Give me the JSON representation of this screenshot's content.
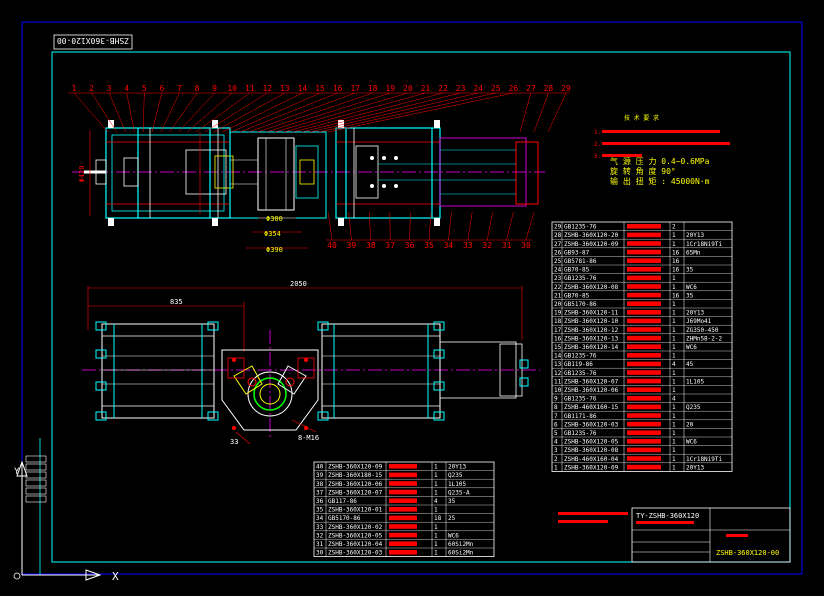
{
  "drawing": {
    "title_stamp": "ZSHB-360X120-00",
    "title_block_name": "TY-ZSHB-360X120",
    "title_block_drawing_no": "ZSHB-360X120-00"
  },
  "balloons": [
    "1",
    "2",
    "3",
    "4",
    "5",
    "6",
    "7",
    "8",
    "9",
    "10",
    "11",
    "12",
    "13",
    "14",
    "15",
    "16",
    "17",
    "18",
    "19",
    "20",
    "21",
    "22",
    "23",
    "24",
    "25",
    "26",
    "27",
    "28",
    "29"
  ],
  "lower_balloons": [
    "40",
    "39",
    "38",
    "37",
    "36",
    "35",
    "34",
    "33",
    "32",
    "31",
    "30"
  ],
  "dimensions": {
    "height_left": "Φ420",
    "bore_inner": "Φ300",
    "bore_mid": "Φ354",
    "bore_outer": "Φ390",
    "overall_length": "2050",
    "half_length": "835",
    "thread": "8-M16",
    "small_dim": "33"
  },
  "specs": {
    "pressure": "气 源 压 力 0.4~0.6MPa",
    "angle": "旋 转 角 度  90°",
    "torque": "输 出 扭 矩 : 45000N·m"
  },
  "bom_upper": [
    [
      "29",
      "GB1235-76",
      "",
      "2",
      ""
    ],
    [
      "28",
      "ZSHB-360X120-20",
      "",
      "1",
      "20Y13"
    ],
    [
      "27",
      "ZSHB-360X120-09",
      "",
      "1",
      "1Cr18Ni9Ti"
    ],
    [
      "26",
      "GB93-87",
      "",
      "16",
      "65Mn"
    ],
    [
      "25",
      "GB5781-86",
      "",
      "16",
      ""
    ],
    [
      "24",
      "GB70-85",
      "",
      "16",
      "35"
    ],
    [
      "23",
      "GB1235-76",
      "",
      "1",
      ""
    ],
    [
      "22",
      "ZSHB-360X120-08",
      "",
      "1",
      "WC6"
    ],
    [
      "21",
      "GB70-85",
      "",
      "16",
      "35"
    ],
    [
      "20",
      "GB5170-86",
      "",
      "1",
      ""
    ],
    [
      "19",
      "ZSHB-360X120-11",
      "",
      "1",
      "20Y13"
    ],
    [
      "18",
      "ZSHB-360X120-10",
      "",
      "1",
      "J69Mo41"
    ],
    [
      "17",
      "ZSHB-360X120-12",
      "",
      "1",
      "ZG350-450"
    ],
    [
      "16",
      "ZSHB-360X120-13",
      "",
      "1",
      "ZHMn58-2-2"
    ],
    [
      "15",
      "ZSHB-360X120-14",
      "",
      "1",
      "WC6"
    ],
    [
      "14",
      "GB1235-76",
      "",
      "1",
      ""
    ],
    [
      "13",
      "GB119-86",
      "",
      "4",
      "45"
    ],
    [
      "12",
      "GB1235-76",
      "",
      "1",
      ""
    ],
    [
      "11",
      "ZSHB-360X120-07",
      "",
      "1",
      "1L105"
    ],
    [
      "10",
      "ZSHB-360X120-06",
      "",
      "1",
      ""
    ],
    [
      "9",
      "GB1235-76",
      "",
      "4",
      ""
    ],
    [
      "8",
      "ZSHB-460X160-15",
      "",
      "1",
      "Q235"
    ],
    [
      "7",
      "GB1171-86",
      "",
      "1",
      ""
    ],
    [
      "6",
      "ZSHB-360X120-03",
      "",
      "1",
      "20"
    ],
    [
      "5",
      "GB1235-76",
      "",
      "1",
      ""
    ],
    [
      "4",
      "ZSHB-360X120-05",
      "",
      "1",
      "WC6"
    ],
    [
      "3",
      "ZSHB-360X120-08",
      "",
      "1",
      ""
    ],
    [
      "2",
      "ZSHB-460X160-04",
      "",
      "1",
      "1Cr18Ni9Ti"
    ],
    [
      "1",
      "ZSHB-360X120-09",
      "",
      "1",
      "20Y13"
    ]
  ],
  "bom_lower": [
    [
      "40",
      "ZSHB-360X120-09",
      "",
      "1",
      "20Y13"
    ],
    [
      "39",
      "ZSHB-360X180-15",
      "",
      "1",
      "Q235"
    ],
    [
      "38",
      "ZSHB-360X120-06",
      "",
      "1",
      "1L105"
    ],
    [
      "37",
      "ZSHB-360X120-07",
      "",
      "1",
      "Q235-A"
    ],
    [
      "36",
      "GB117-86",
      "",
      "4",
      "35"
    ],
    [
      "35",
      "ZSHB-360X120-01",
      "",
      "1",
      ""
    ],
    [
      "34",
      "GB5170-86",
      "",
      "18",
      "25"
    ],
    [
      "33",
      "ZSHB-360X120-02",
      "",
      "1",
      ""
    ],
    [
      "32",
      "ZSHB-360X120-05",
      "",
      "1",
      "WC6"
    ],
    [
      "31",
      "ZSHB-360X120-04",
      "",
      "1",
      "60Si2Mn"
    ],
    [
      "30",
      "ZSHB-360X120-03",
      "",
      "1",
      "60Si2Mn"
    ]
  ],
  "colors": {
    "background": "#000000",
    "frame": "#0000ff",
    "line": "#00ffff",
    "part": "#ffffff",
    "red": "#ff0000",
    "magenta": "#ff00ff",
    "yellow": "#ffff00",
    "green": "#00ff00",
    "text_yellow": "#ffff00"
  }
}
